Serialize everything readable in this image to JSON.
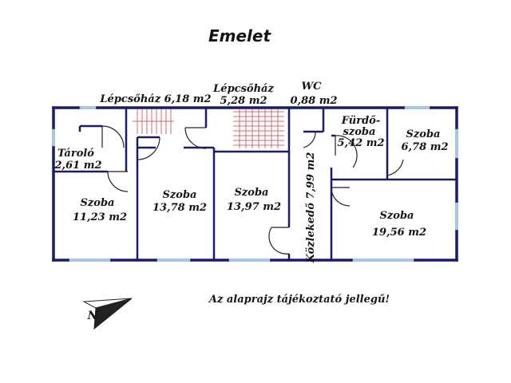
{
  "title": "Emelet",
  "note": "Az alaprajz tájékoztató jellegű!",
  "compass_letter": "N",
  "rooms": [
    {
      "id": "lepcsohaz-1",
      "name": "Lépcsőház 6,18 m2"
    },
    {
      "id": "lepcsohaz-2-name",
      "name": "Lépcsőház"
    },
    {
      "id": "lepcsohaz-2-area",
      "name": "5,28 m2"
    },
    {
      "id": "wc-name",
      "name": "WC"
    },
    {
      "id": "wc-area",
      "name": "0,88 m2"
    },
    {
      "id": "tarolo-name",
      "name": "Tároló"
    },
    {
      "id": "tarolo-area",
      "name": "2,61 m2"
    },
    {
      "id": "furdo-line1",
      "name": "Fürdő-"
    },
    {
      "id": "furdo-line2",
      "name": "szoba"
    },
    {
      "id": "furdo-area",
      "name": "5,42 m2"
    },
    {
      "id": "szoba-678-name",
      "name": "Szoba"
    },
    {
      "id": "szoba-678-area",
      "name": "6,78 m2"
    },
    {
      "id": "szoba-1123-name",
      "name": "Szoba"
    },
    {
      "id": "szoba-1123-area",
      "name": "11,23 m2"
    },
    {
      "id": "szoba-1378-name",
      "name": "Szoba"
    },
    {
      "id": "szoba-1378-area",
      "name": "13,78 m2"
    },
    {
      "id": "szoba-1397-name",
      "name": "Szoba"
    },
    {
      "id": "szoba-1397-area",
      "name": "13,97 m2"
    },
    {
      "id": "kozlekedo",
      "name": "Közlekedő 7,99 m2"
    },
    {
      "id": "szoba-1956-name",
      "name": "Szoba"
    },
    {
      "id": "szoba-1956-area",
      "name": "19,56 m2"
    }
  ]
}
